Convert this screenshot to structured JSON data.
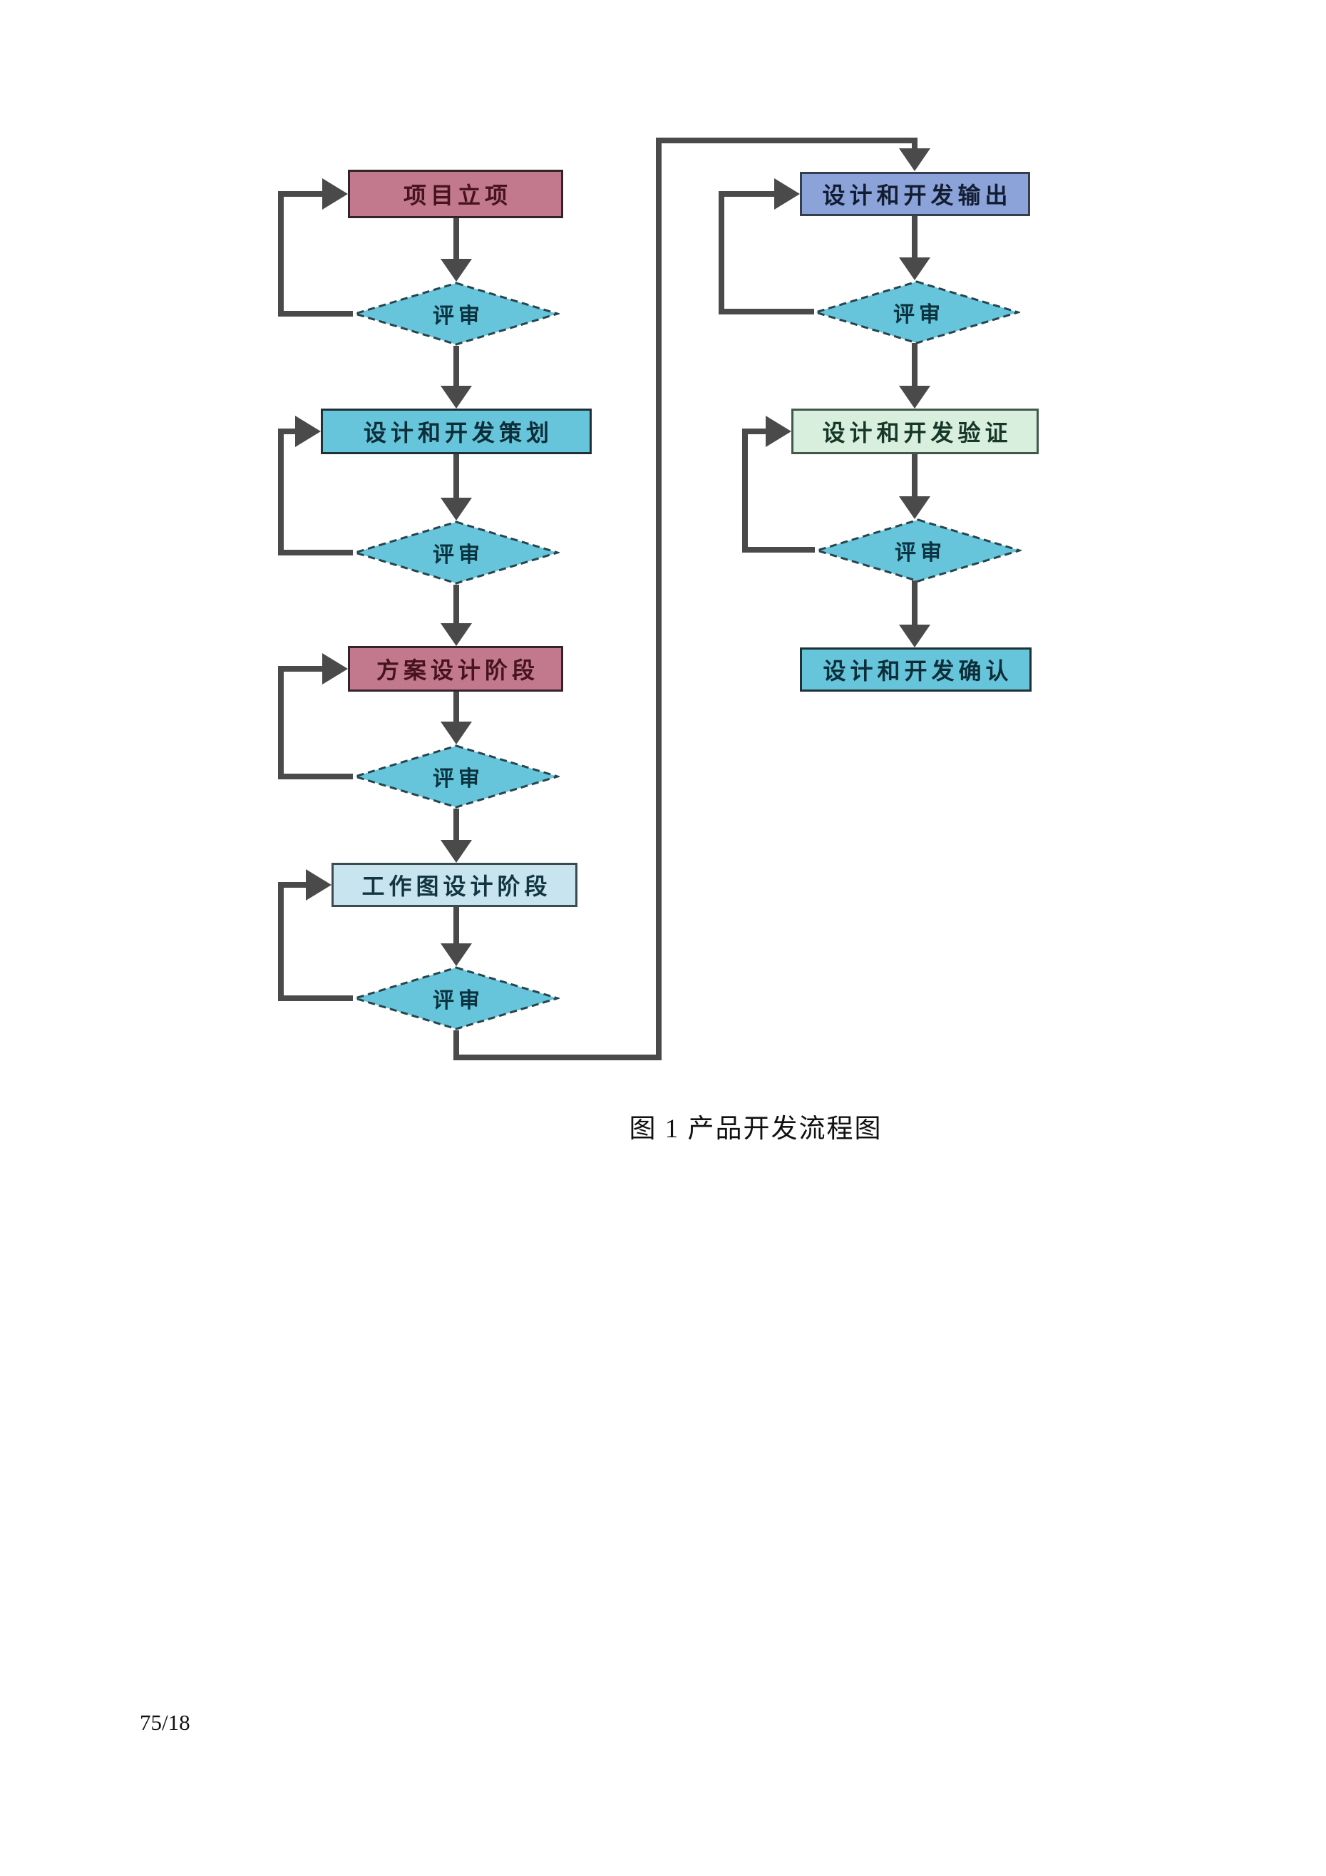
{
  "page": {
    "caption": "图 1 产品开发流程图",
    "page_number": "75/18",
    "background": "#ffffff"
  },
  "colors": {
    "line": "#4a4a4a",
    "pink_fill": "#c2798e",
    "pink_border": "#33242a",
    "cyan_fill": "#66c5db",
    "cyan_border": "#1f3138",
    "lightblue_fill": "#c8e4ef",
    "blue_fill": "#8ba3d8",
    "mint_fill": "#d9efde",
    "diamond_fill": "#66c5db",
    "diamond_stroke": "#29444d"
  },
  "nodes": {
    "project_initiation": {
      "label": "项目立项",
      "type": "process"
    },
    "review1": {
      "label": "评审",
      "type": "decision"
    },
    "design_dev_planning": {
      "label": "设计和开发策划",
      "type": "process"
    },
    "review2": {
      "label": "评审",
      "type": "decision"
    },
    "scheme_design_phase": {
      "label": "方案设计阶段",
      "type": "process"
    },
    "review3": {
      "label": "评审",
      "type": "decision"
    },
    "working_drawing_phase": {
      "label": "工作图设计阶段",
      "type": "process"
    },
    "review4": {
      "label": "评审",
      "type": "decision"
    },
    "design_dev_output": {
      "label": "设计和开发输出",
      "type": "process"
    },
    "review5": {
      "label": "评审",
      "type": "decision"
    },
    "design_dev_verification": {
      "label": "设计和开发验证",
      "type": "process"
    },
    "review6": {
      "label": "评审",
      "type": "decision"
    },
    "design_dev_confirmation": {
      "label": "设计和开发确认",
      "type": "process"
    }
  }
}
